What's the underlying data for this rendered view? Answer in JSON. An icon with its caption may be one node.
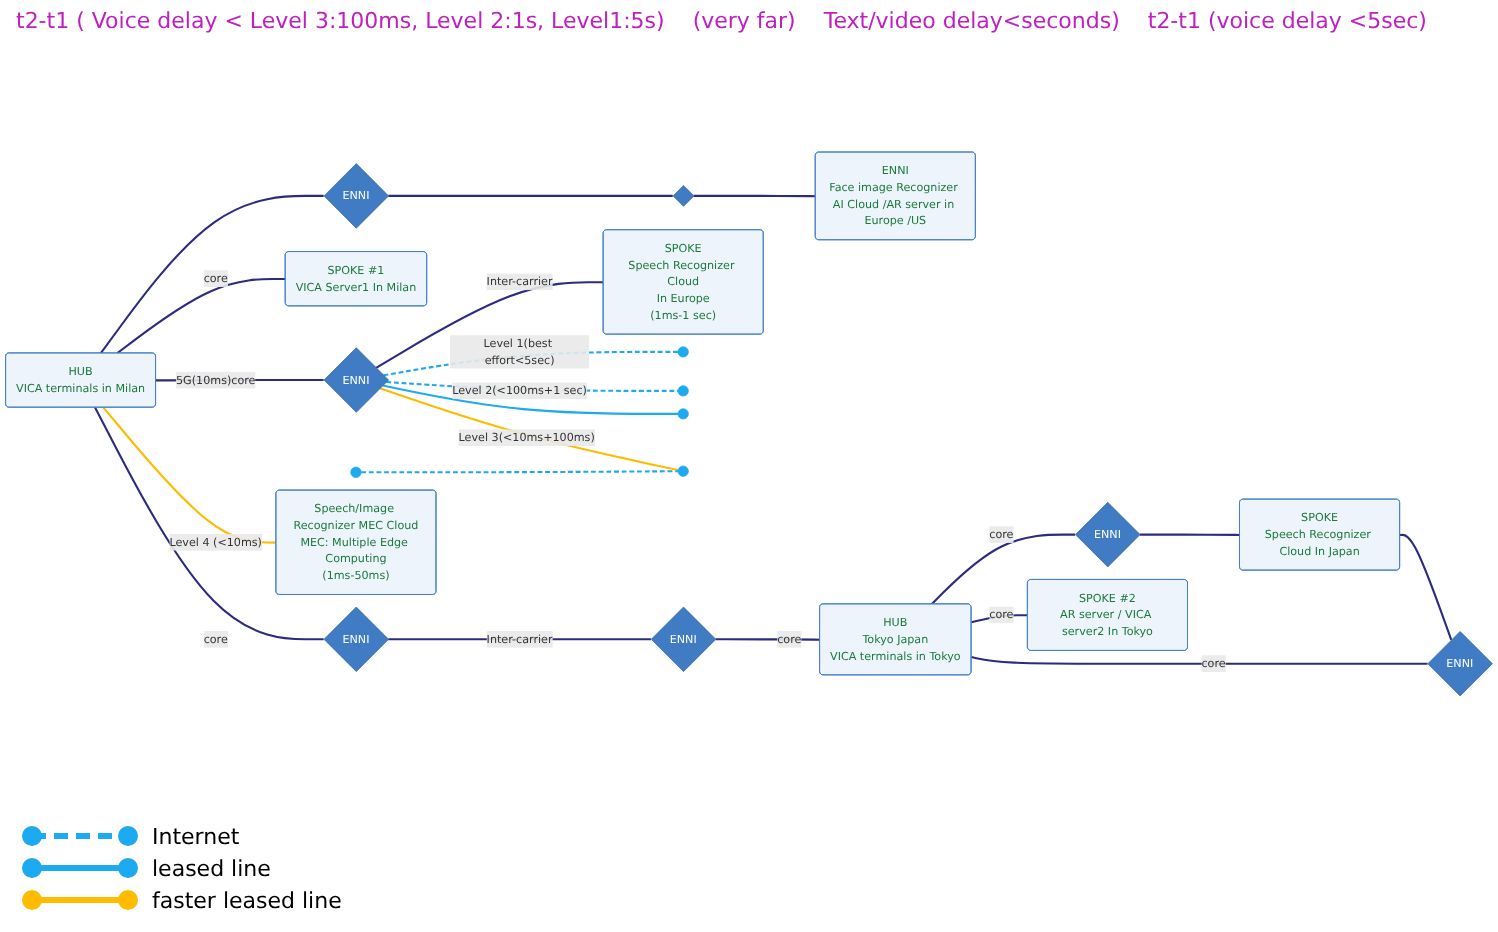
{
  "diagram": {
    "nodes": [
      {
        "text": [
          "ENNI",
          "Face image Recognizer AI Cloud /AR server in Europe /US"
        ]
      },
      {
        "text": [],
        "shape": "diamond"
      },
      {
        "text": [
          "SPOKE",
          "Speech Recognizer Cloud",
          "In Europe",
          "(1ms-1 sec)"
        ]
      },
      {
        "text": [],
        "shape": "circle"
      },
      {
        "text": [],
        "shape": "circle"
      },
      {
        "text": [
          "ENNI"
        ]
      },
      {
        "text": [
          "SPOKE #1",
          "VICA Server1 In Milan"
        ]
      },
      {
        "text": [],
        "shape": "circle"
      },
      {
        "text": [
          "ENNI"
        ]
      },
      {
        "text": [],
        "shape": "circle"
      },
      {
        "text": [],
        "shape": "circle"
      },
      {
        "text": [
          "HUB",
          "VICA terminals in Milan"
        ]
      },
      {
        "text": [
          "Speech/Image Recognizer MEC Cloud",
          "MEC: Multiple Edge Computing",
          "(1ms-50ms)"
        ]
      },
      {
        "text": [
          "ENNI"
        ]
      },
      {
        "text": [
          "SPOKE",
          "Speech Recognizer Cloud In Japan"
        ]
      },
      {
        "text": [
          "ENNI"
        ]
      },
      {
        "text": [
          "ENNI"
        ]
      },
      {
        "text": [
          "HUB",
          "Tokyo Japan",
          "VICA terminals in Tokyo"
        ]
      },
      {
        "text": [
          "ENNI"
        ]
      },
      {
        "text": [
          "SPOKE #2",
          "AR server / VICA server2 In Tokyo"
        ]
      }
    ],
    "edges": [
      {
        "from": 11,
        "to": 6,
        "arrow": "none",
        "label": "core"
      },
      {
        "from": 11,
        "to": 5,
        "arrow": "none"
      },
      {
        "from": 5,
        "to": 1,
        "arrow": "none"
      },
      {
        "from": 1,
        "to": 0,
        "arrow": "none"
      },
      {
        "from": 11,
        "to": 8,
        "arrow": "none",
        "label": "5G(10ms)core"
      },
      {
        "from": 8,
        "to": 2,
        "arrow": "none",
        "label": "Inter-carrier"
      },
      {
        "from": 8,
        "to": 3,
        "arrow": "none",
        "label": "Level 1(best effort<5sec)",
        "style": "dashed",
        "color": "#1eaaf0"
      },
      {
        "from": 8,
        "to": 4,
        "arrow": "none",
        "label": "Level 2(<100ms+1 sec)",
        "style": "dashed",
        "color": "#1eaaf0"
      },
      {
        "from": 8,
        "to": 9,
        "arrow": "none",
        "color": "#1eaaf0"
      },
      {
        "from": 8,
        "to": 10,
        "arrow": "none",
        "label": "Level 3(<10ms+100ms)",
        "color": "#ffbb00"
      },
      {
        "from": 7,
        "to": 10,
        "arrow": "none",
        "style": "dashed",
        "color": "#1eaaf0"
      },
      {
        "from": 11,
        "to": 12,
        "arrow": "none",
        "label": "Level 4 (<10ms)",
        "color": "#ffbb00"
      },
      {
        "from": 11,
        "to": 13,
        "arrow": "none",
        "label": "core"
      },
      {
        "from": 13,
        "to": 16,
        "arrow": "none",
        "label": "Inter-carrier"
      },
      {
        "from": 16,
        "to": 17,
        "arrow": "none",
        "label": "core"
      },
      {
        "from": 17,
        "to": 15,
        "arrow": "none",
        "label": "core"
      },
      {
        "from": 15,
        "to": 14,
        "arrow": "none"
      },
      {
        "from": 14,
        "to": 18,
        "arrow": "none"
      },
      {
        "from": 17,
        "to": 18,
        "arrow": "none",
        "label": "core"
      },
      {
        "from": 17,
        "to": 19,
        "arrow": "none",
        "label": "core"
      }
    ],
    "labels": [
      "t2-t1 ( Voice delay < Level 3:100ms, Level 2:1s, Level1:5s)",
      "(very far)",
      "Text/video delay<seconds)",
      "t2-t1 (voice delay <5sec)"
    ],
    "legend": [
      {
        "text": "Internet",
        "color": "#1eaaf0"
      },
      {
        "text": "leased line",
        "color": "#1eaaf0"
      },
      {
        "text": "faster leased line",
        "color": "#ffbb00"
      }
    ]
  }
}
